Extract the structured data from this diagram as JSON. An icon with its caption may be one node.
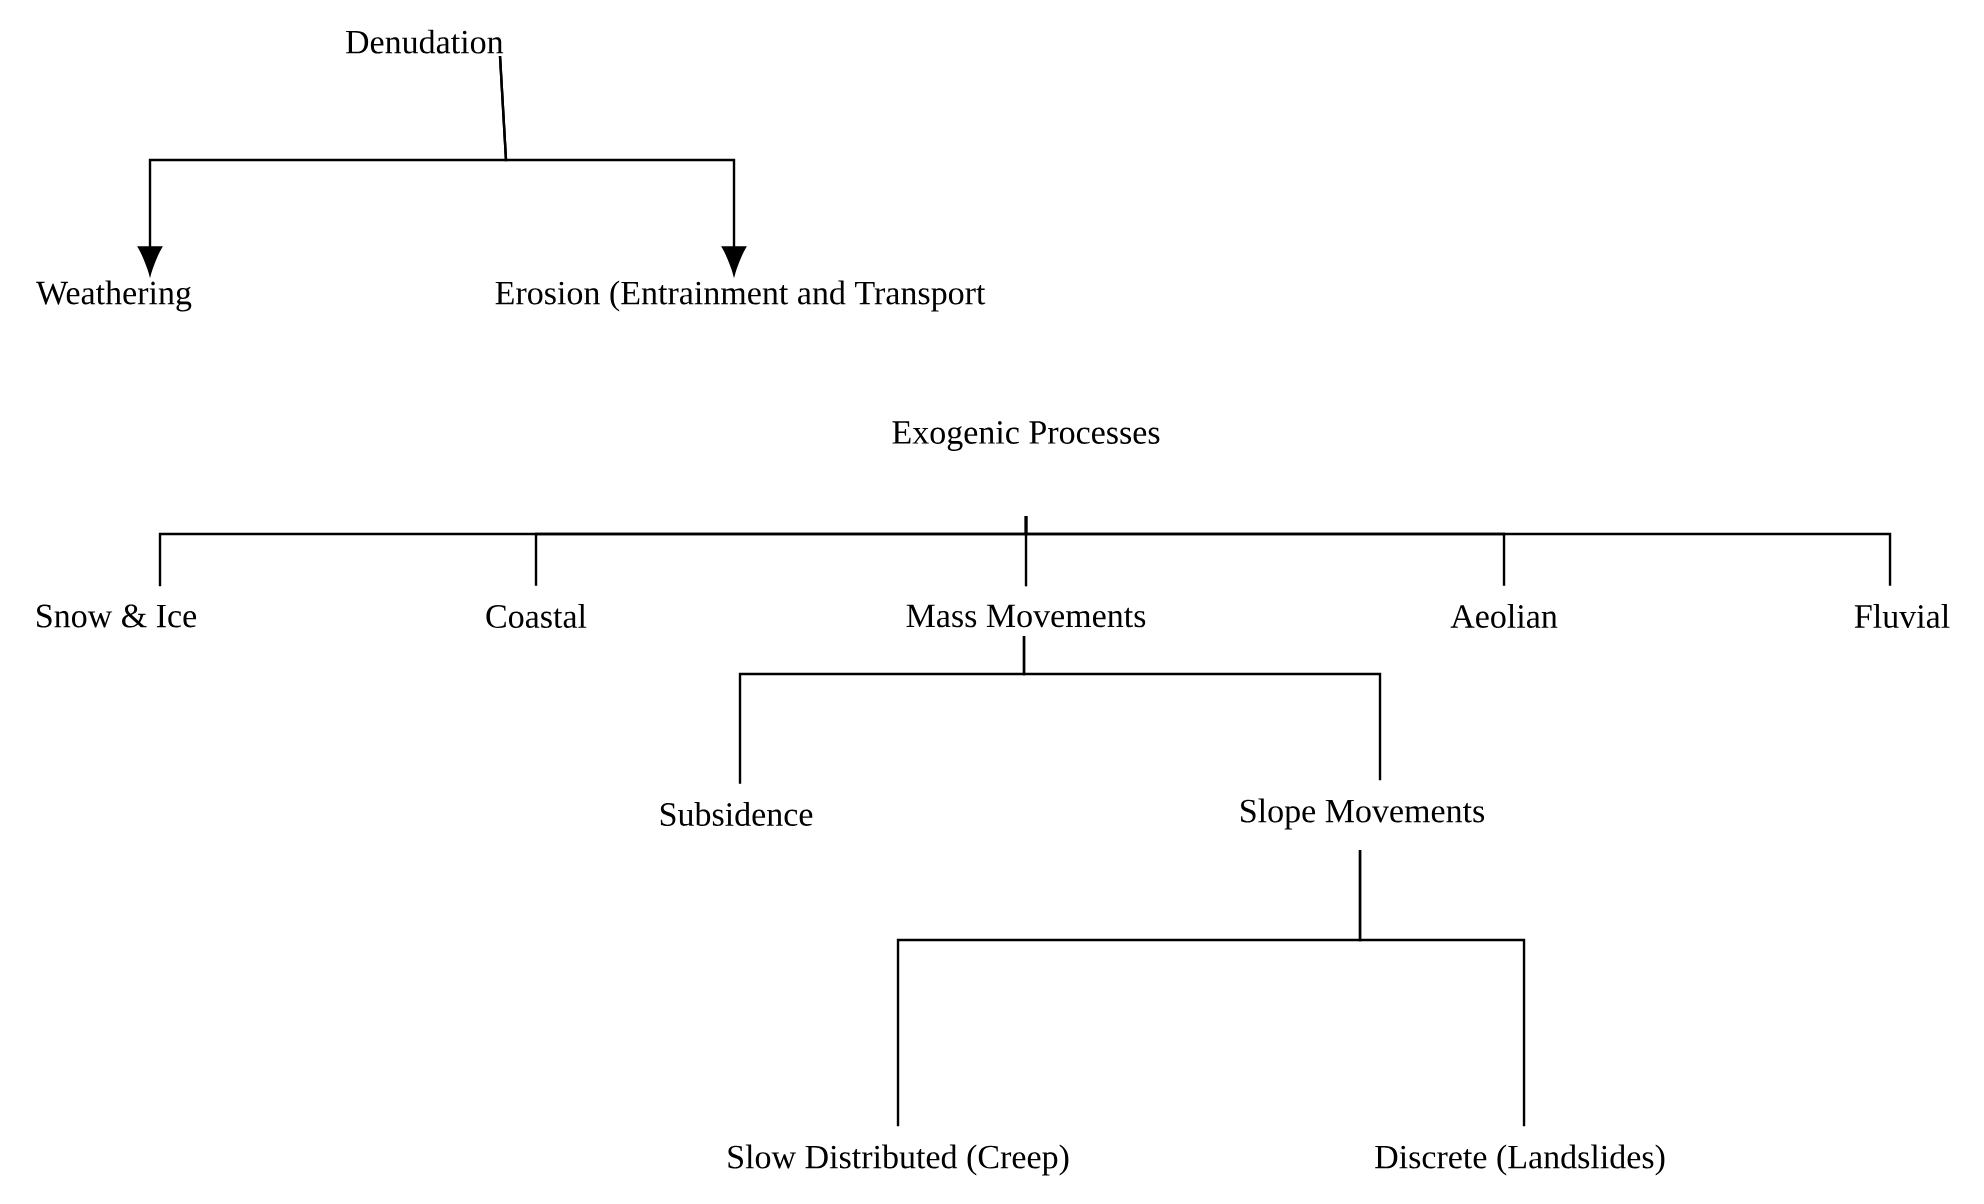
{
  "diagram": {
    "nodes": [
      {
        "text": [
          "Denudation"
        ]
      },
      {
        "text": [
          "Weathering"
        ]
      },
      {
        "text": [
          "Erosion (Entrainment and Transport"
        ]
      },
      {
        "text": [
          "Exogenic Processes"
        ]
      },
      {
        "text": [
          "Snow & Ice"
        ]
      },
      {
        "text": [
          "Coastal"
        ]
      },
      {
        "text": [
          "Mass Movements"
        ]
      },
      {
        "text": [
          "Aeolian"
        ]
      },
      {
        "text": [
          "Fluvial"
        ]
      },
      {
        "text": [
          "Subsidence"
        ]
      },
      {
        "text": [
          "Slope Movements"
        ]
      },
      {
        "text": [
          "Slow Distributed (Creep)"
        ]
      },
      {
        "text": [
          "Discrete (Landslides)"
        ]
      }
    ],
    "edges": [
      {
        "from": 0,
        "to": 1,
        "arrow": "to"
      },
      {
        "from": 0,
        "to": 2,
        "arrow": "to"
      },
      {
        "from": 3,
        "to": 4,
        "arrow": "none"
      },
      {
        "from": 3,
        "to": 5,
        "arrow": "none"
      },
      {
        "from": 3,
        "to": 6,
        "arrow": "none"
      },
      {
        "from": 3,
        "to": 7,
        "arrow": "none"
      },
      {
        "from": 3,
        "to": 8,
        "arrow": "none"
      },
      {
        "from": 6,
        "to": 9,
        "arrow": "none"
      },
      {
        "from": 6,
        "to": 10,
        "arrow": "none"
      },
      {
        "from": 10,
        "to": 11,
        "arrow": "none"
      },
      {
        "from": 10,
        "to": 12,
        "arrow": "none"
      }
    ]
  }
}
